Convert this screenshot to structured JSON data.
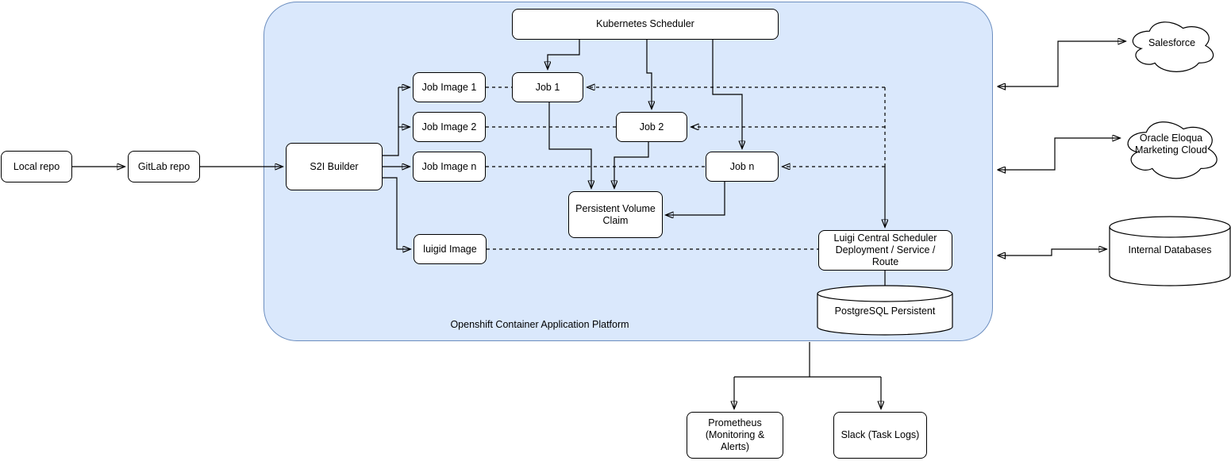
{
  "platform": {
    "label": "Openshift Container Application Platform",
    "fill_color": "#dae8fc",
    "stroke_color": "#6c8ebf"
  },
  "colors": {
    "node_fill": "#ffffff",
    "node_stroke": "#000000",
    "connector": "#000000"
  },
  "nodes": {
    "local_repo": {
      "label": "Local repo"
    },
    "gitlab_repo": {
      "label": "GitLab repo"
    },
    "s2i_builder": {
      "label": "S2I Builder"
    },
    "kubernetes_scheduler": {
      "label": "Kubernetes Scheduler"
    },
    "job_image_1": {
      "label": "Job Image 1"
    },
    "job_image_2": {
      "label": "Job Image 2"
    },
    "job_image_n": {
      "label": "Job Image n"
    },
    "luigid_image": {
      "label": "luigid Image"
    },
    "job_1": {
      "label": "Job 1"
    },
    "job_2": {
      "label": "Job 2"
    },
    "job_n": {
      "label": "Job n"
    },
    "persistent_volume_claim": {
      "line1": "Persistent Volume",
      "line2": "Claim"
    },
    "luigi_central_scheduler": {
      "line1": "Luigi Central Scheduler",
      "line2": "Deployment / Service / Route"
    },
    "postgresql": {
      "label": "PostgreSQL Persistent"
    },
    "salesforce": {
      "label": "Salesforce"
    },
    "oracle_eloqua": {
      "line1": "Oracle Eloqua",
      "line2": "Marketing Cloud"
    },
    "internal_databases": {
      "label": "Internal Databases"
    },
    "prometheus": {
      "line1": "Prometheus",
      "line2": "(Monitoring & Alerts)"
    },
    "slack": {
      "label": "Slack (Task Logs)"
    }
  }
}
